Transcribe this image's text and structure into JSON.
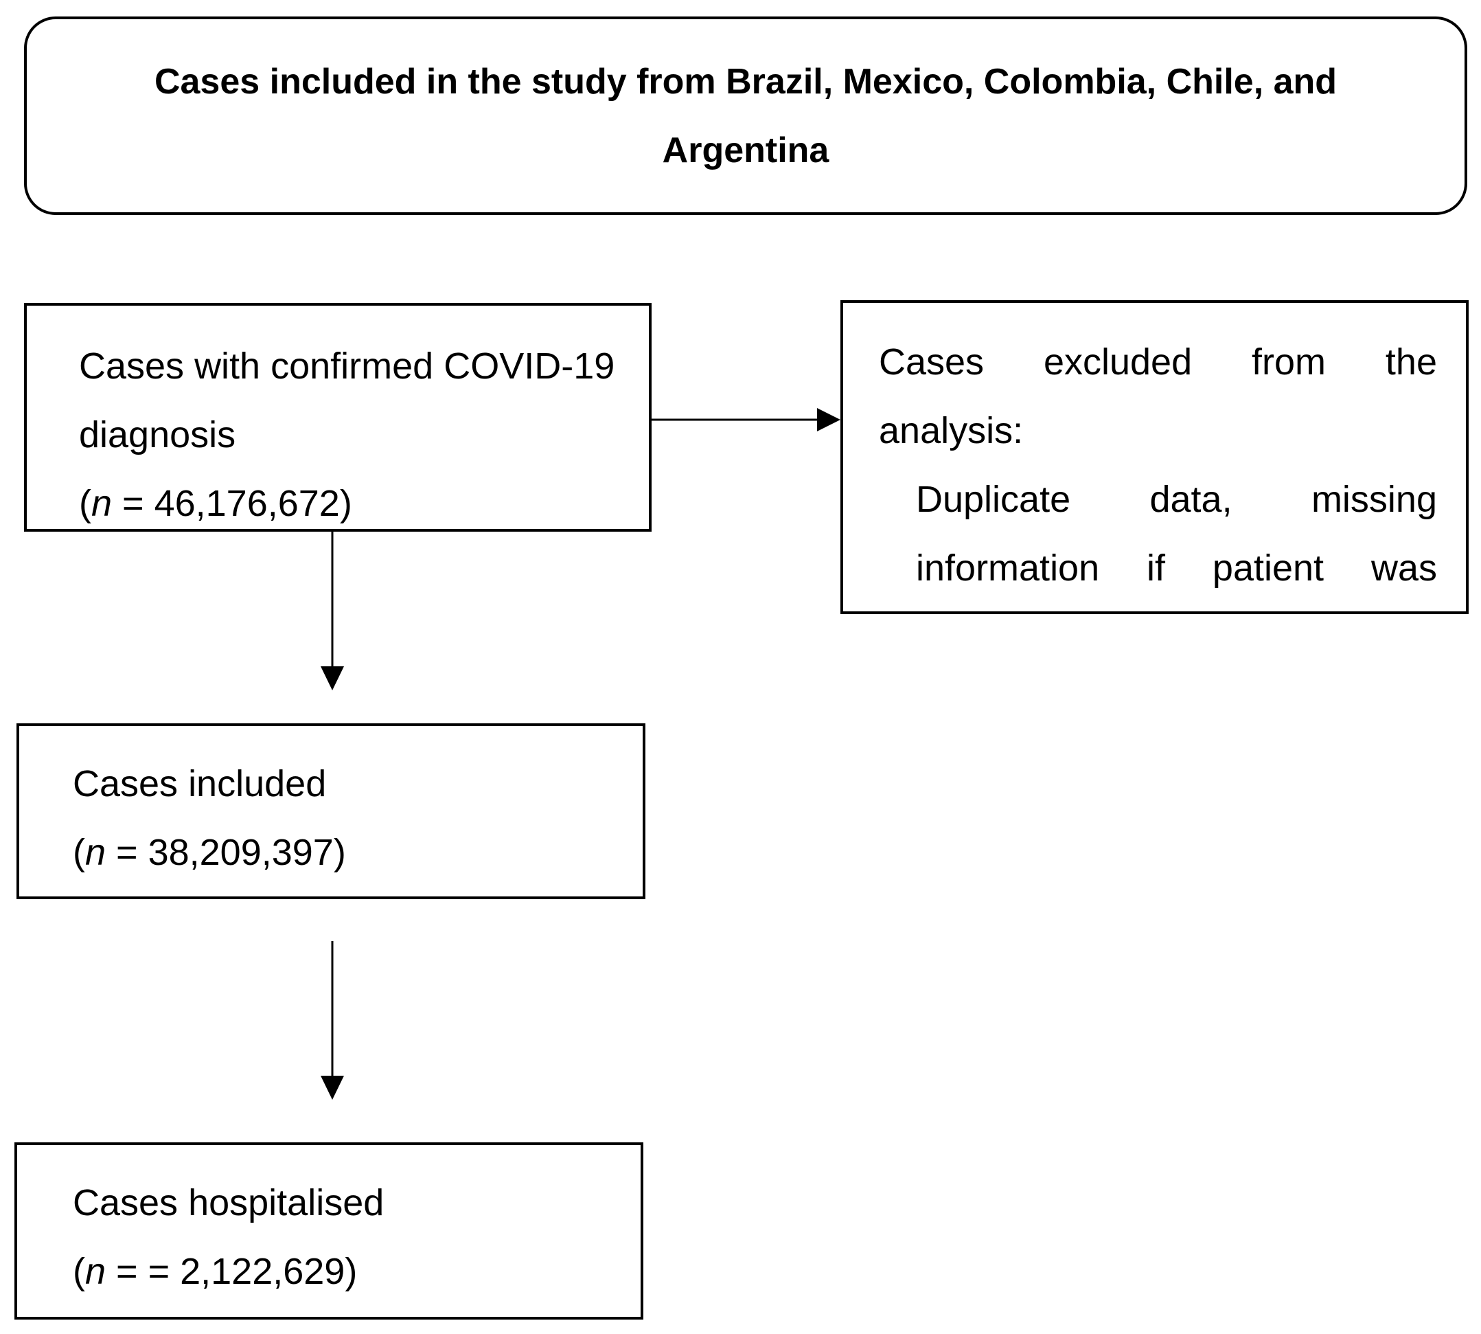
{
  "title": {
    "line1": "Cases included in the study from Brazil, Mexico, Colombia, Chile, and",
    "line2": "Argentina"
  },
  "confirmed": {
    "line1": "Cases with confirmed COVID-19",
    "line2": "diagnosis",
    "n_open": "(",
    "n_symbol": "n",
    "n_value": " = 46,176,672)"
  },
  "excluded": {
    "line1_words": [
      "Cases",
      "excluded",
      "from",
      "the"
    ],
    "line2": "analysis:",
    "line3_words": [
      "Duplicate",
      "data,",
      "missing"
    ],
    "line4_words": [
      "information",
      "if",
      "patient",
      "was"
    ]
  },
  "included": {
    "line1": "Cases included",
    "n_open": "(",
    "n_symbol": "n",
    "n_value": " = 38,209,397)"
  },
  "hospitalised": {
    "line1": "Cases hospitalised",
    "n_open": "(",
    "n_symbol": "n",
    "n_value": " = = 2,122,629)"
  }
}
